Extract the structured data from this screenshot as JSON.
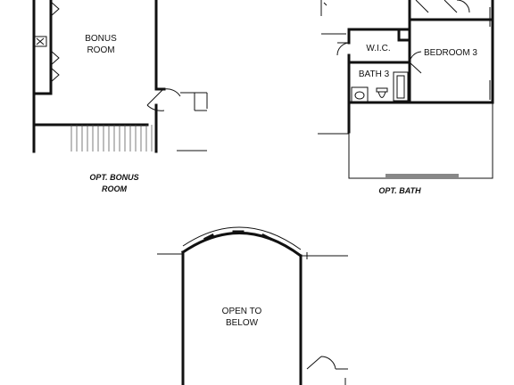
{
  "plans": [
    {
      "caption_line1": "OPT. BONUS",
      "caption_line2": "ROOM",
      "room_label_line1": "BONUS",
      "room_label_line2": "ROOM"
    },
    {
      "caption": "OPT. BATH",
      "rooms": {
        "wic": "W.I.C.",
        "bath": "BATH 3",
        "bedroom": "BEDROOM 3"
      }
    },
    {
      "label_line1": "OPEN TO",
      "label_line2": "BELOW"
    }
  ]
}
